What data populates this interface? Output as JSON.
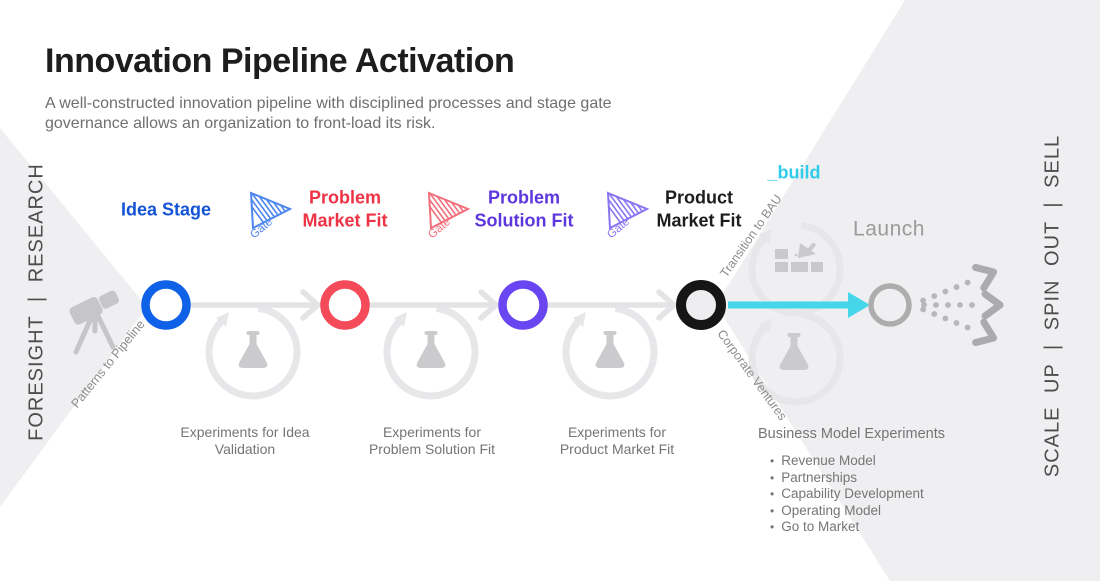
{
  "header": {
    "title": "Innovation Pipeline Activation",
    "subtitle": "A well-constructed innovation pipeline with disciplined processes and stage gate governance allows an organization to front-load its risk."
  },
  "side_labels": {
    "left": "FORESIGHT | RESEARCH",
    "right": "SCALE UP | SPIN OUT | SELL"
  },
  "stages": [
    {
      "label": "Idea Stage",
      "color": "#1353d6",
      "circle_color": "#0f62e8"
    },
    {
      "label": "Problem Market Fit",
      "color": "#ee3346",
      "circle_color": "#f44a5a"
    },
    {
      "label": "Problem Solution Fit",
      "color": "#5d36dd",
      "circle_color": "#6a46f2"
    },
    {
      "label": "Product Market Fit",
      "color": "#1d1d1d",
      "circle_color": "#161616"
    },
    {
      "label": "Launch",
      "color": "#9b9b9b",
      "circle_color": "#adadad"
    }
  ],
  "build_label": {
    "text": "_build",
    "color": "#2fcbea"
  },
  "gates": [
    {
      "label": "Gate",
      "color": "#4d86ef"
    },
    {
      "label": "Gate",
      "color": "#f2707c"
    },
    {
      "label": "Gate",
      "color": "#8a75f2"
    }
  ],
  "flow_labels": {
    "patterns": "Patterns to Pipeline",
    "bau": "Transition to BAU",
    "ventures": "Corporate Ventures"
  },
  "experiments": {
    "idea_validation": "Experiments for Idea Validation",
    "problem_solution_fit": "Experiments for Problem Solution Fit",
    "product_market_fit": "Experiments for Product Market Fit"
  },
  "business_model": {
    "title": "Business Model Experiments",
    "items": [
      "Revenue Model",
      "Partnerships",
      "Capability Development",
      "Operating Model",
      "Go to Market"
    ]
  },
  "icons": {
    "telescope": "telescope-icon",
    "flask": "experiment-flask-icon",
    "bricks": "build-bricks-trowel-icon",
    "gate": "stage-gate-icon"
  },
  "colors": {
    "background_chevron": "#efeff1",
    "pipeline_line": "#e4e4e6",
    "build_arrow_cyan": "#45d6ea",
    "loop_gray": "#e7e7e9",
    "icon_gray": "#c9c9cb"
  }
}
